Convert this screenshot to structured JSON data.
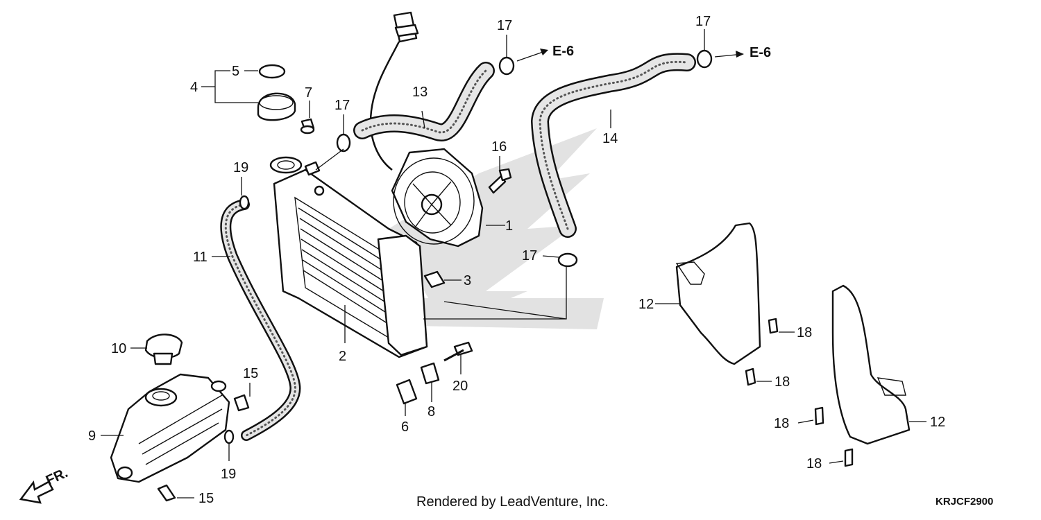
{
  "diagram": {
    "footer_credit": "Rendered by LeadVenture, Inc.",
    "diagram_code": "KRJCF2900",
    "direction_label": "FR.",
    "references": {
      "e6_upper_left": "E-6",
      "e6_upper_right": "E-6"
    },
    "callouts": {
      "c1": "1",
      "c2": "2",
      "c3": "3",
      "c4": "4",
      "c5": "5",
      "c6": "6",
      "c7": "7",
      "c8": "8",
      "c9": "9",
      "c10": "10",
      "c11": "11",
      "c12a": "12",
      "c12b": "12",
      "c13": "13",
      "c14": "14",
      "c15a": "15",
      "c15b": "15",
      "c16": "16",
      "c17a": "17",
      "c17b": "17",
      "c17c": "17",
      "c17d": "17",
      "c18a": "18",
      "c18b": "18",
      "c18c": "18",
      "c18d": "18",
      "c19a": "19",
      "c19b": "19",
      "c20": "20"
    }
  }
}
